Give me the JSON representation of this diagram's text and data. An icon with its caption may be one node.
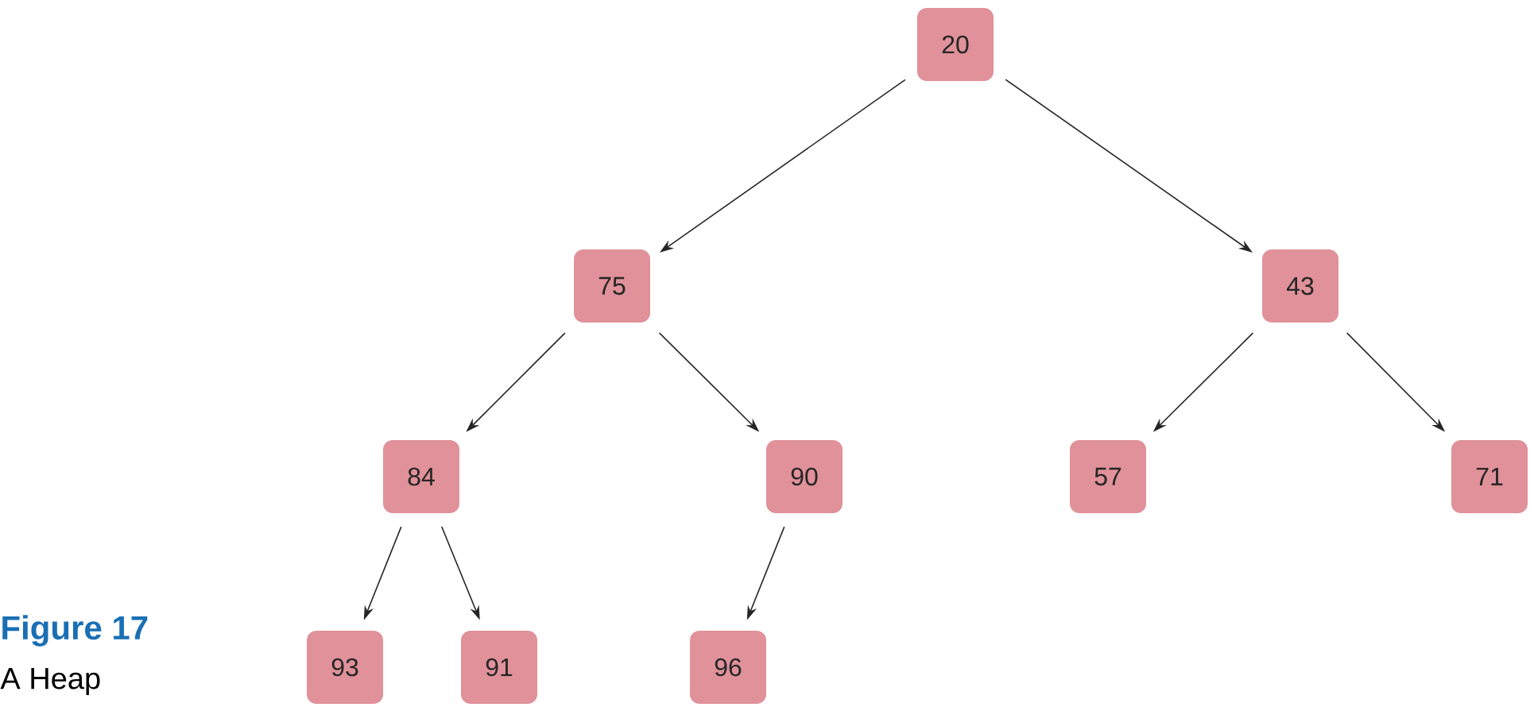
{
  "diagram": {
    "title": "Figure 17",
    "caption": "A Heap",
    "nodes": [
      {
        "text": [
          "20"
        ]
      },
      {
        "text": [
          "75"
        ]
      },
      {
        "text": [
          "43"
        ]
      },
      {
        "text": [
          "84"
        ]
      },
      {
        "text": [
          "90"
        ]
      },
      {
        "text": [
          "57"
        ]
      },
      {
        "text": [
          "71"
        ]
      },
      {
        "text": [
          "93"
        ]
      },
      {
        "text": [
          "91"
        ]
      },
      {
        "text": [
          "96"
        ]
      }
    ],
    "edges": [
      {
        "from": 0,
        "to": 1,
        "arrow": "to"
      },
      {
        "from": 0,
        "to": 2,
        "arrow": "to"
      },
      {
        "from": 1,
        "to": 3,
        "arrow": "to"
      },
      {
        "from": 1,
        "to": 4,
        "arrow": "to"
      },
      {
        "from": 2,
        "to": 5,
        "arrow": "to"
      },
      {
        "from": 2,
        "to": 6,
        "arrow": "to"
      },
      {
        "from": 3,
        "to": 7,
        "arrow": "to"
      },
      {
        "from": 3,
        "to": 8,
        "arrow": "to"
      },
      {
        "from": 4,
        "to": 9,
        "arrow": "to"
      }
    ]
  }
}
